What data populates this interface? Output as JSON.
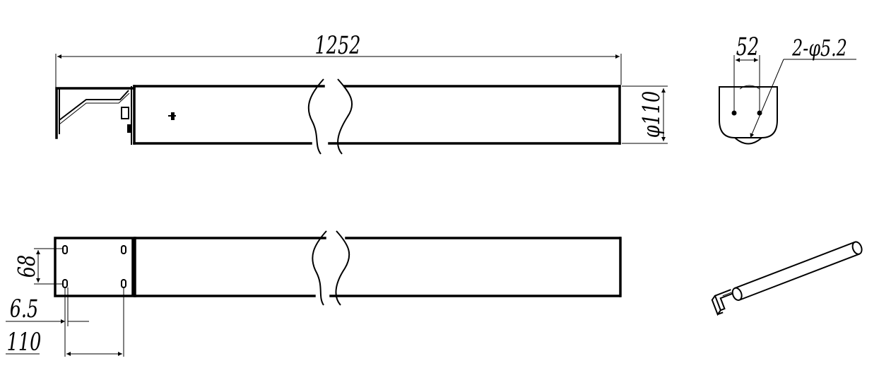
{
  "dimensions": {
    "overall_length": "1252",
    "tube_diameter": "φ110",
    "hole_spacing_end": "52",
    "hole_spec": "2-φ5.2",
    "hole_spacing_plan": "68",
    "hole_edge_offset": "6.5",
    "hole_offset_length": "110"
  }
}
